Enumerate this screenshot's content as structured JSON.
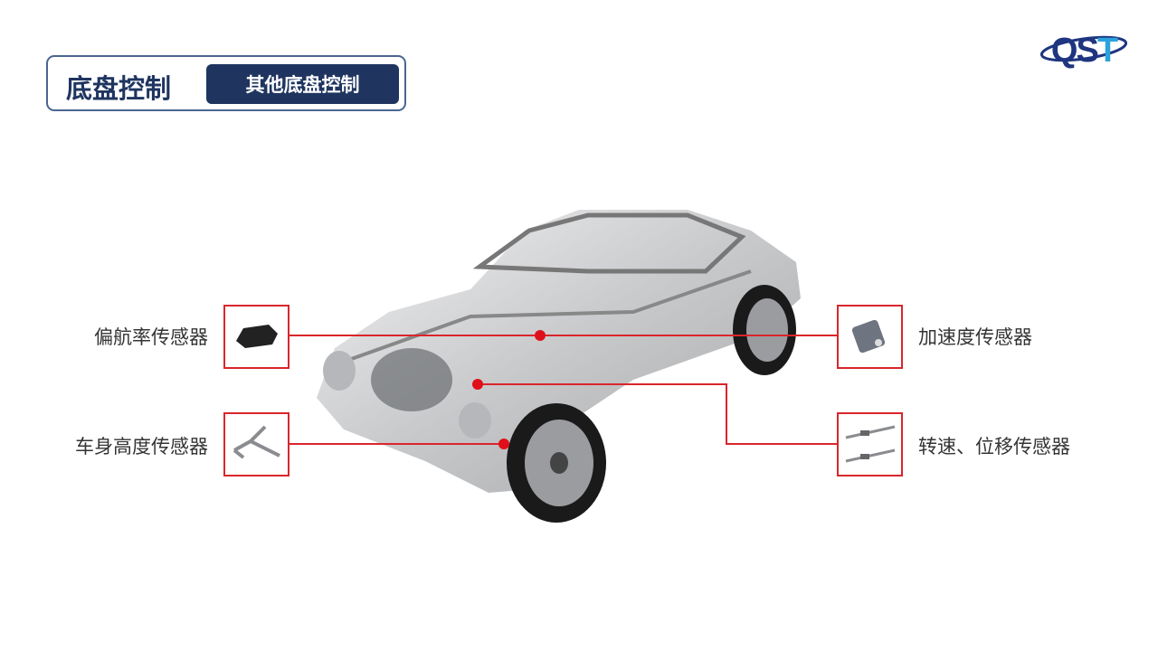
{
  "header": {
    "title": "底盘控制",
    "subtitle": "其他底盘控制"
  },
  "logo": {
    "text": "QST",
    "colors": {
      "dark": "#1f3580",
      "light": "#2aa3dc"
    }
  },
  "sensors": [
    {
      "label": "偏航率传感器",
      "icon": "yaw-rate-sensor-icon"
    },
    {
      "label": "车身高度传感器",
      "icon": "height-sensor-icon"
    },
    {
      "label": "加速度传感器",
      "icon": "acceleration-sensor-icon"
    },
    {
      "label": "转速、位移传感器",
      "icon": "speed-displacement-sensor-icon"
    }
  ],
  "colors": {
    "accent": "#d9262b",
    "navy": "#1f3560"
  }
}
